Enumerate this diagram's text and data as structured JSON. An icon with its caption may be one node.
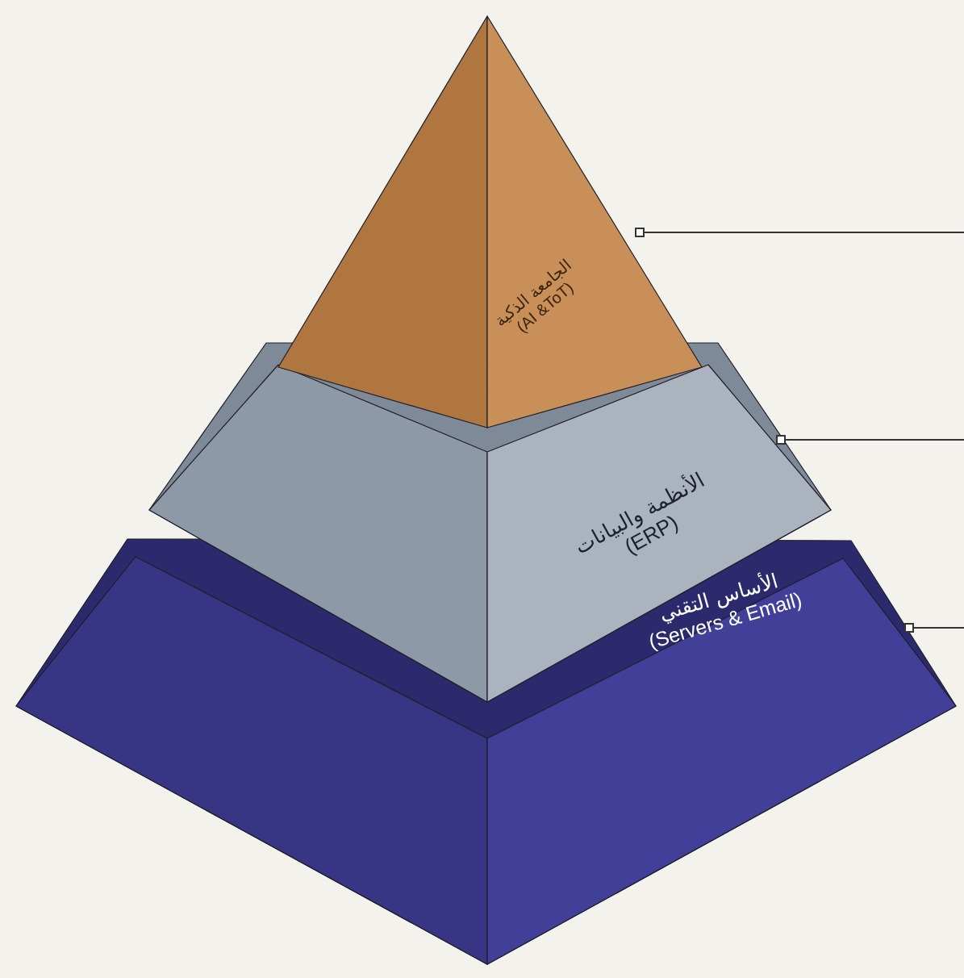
{
  "diagram": {
    "nodes": [
      {
        "text": [
          "الجامعة الذكية",
          "(AI &ToT)"
        ]
      },
      {
        "text": [
          "الأنظمة والبيانات",
          "(ERP)"
        ]
      },
      {
        "text": [
          "الأساس التقني",
          "(Servers & Email)"
        ]
      }
    ],
    "edges": [
      {
        "from": 0,
        "to": null,
        "arrow": "other"
      },
      {
        "from": 1,
        "to": null,
        "arrow": "other"
      },
      {
        "from": 2,
        "to": null,
        "arrow": "other"
      }
    ]
  }
}
